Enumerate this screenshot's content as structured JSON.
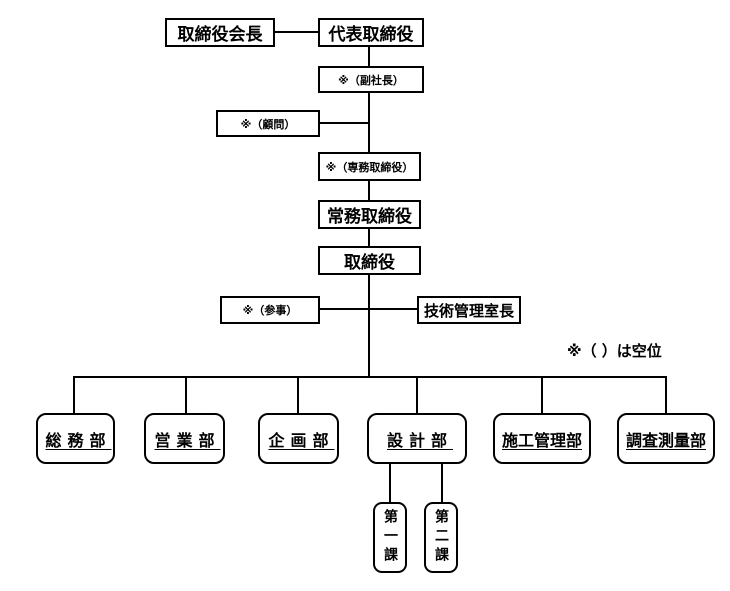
{
  "org_chart": {
    "chairman": "取締役会長",
    "representative_director": "代表取締役",
    "vice_president": "※（副社長）",
    "advisor": "※（顧問）",
    "senior_managing_director": "※（専務取締役）",
    "managing_director": "常務取締役",
    "director": "取締役",
    "counselor": "※（参事）",
    "technical_management_office_chief": "技術管理室長",
    "vacancy_note": "※（ ）は空位",
    "departments": [
      "総務部",
      "営業部",
      "企画部",
      "設計部",
      "施工管理部",
      "調査測量部"
    ],
    "design_sections": [
      "第一課",
      "第二課"
    ],
    "colors": {
      "line": "#000000",
      "background": "#ffffff"
    }
  }
}
